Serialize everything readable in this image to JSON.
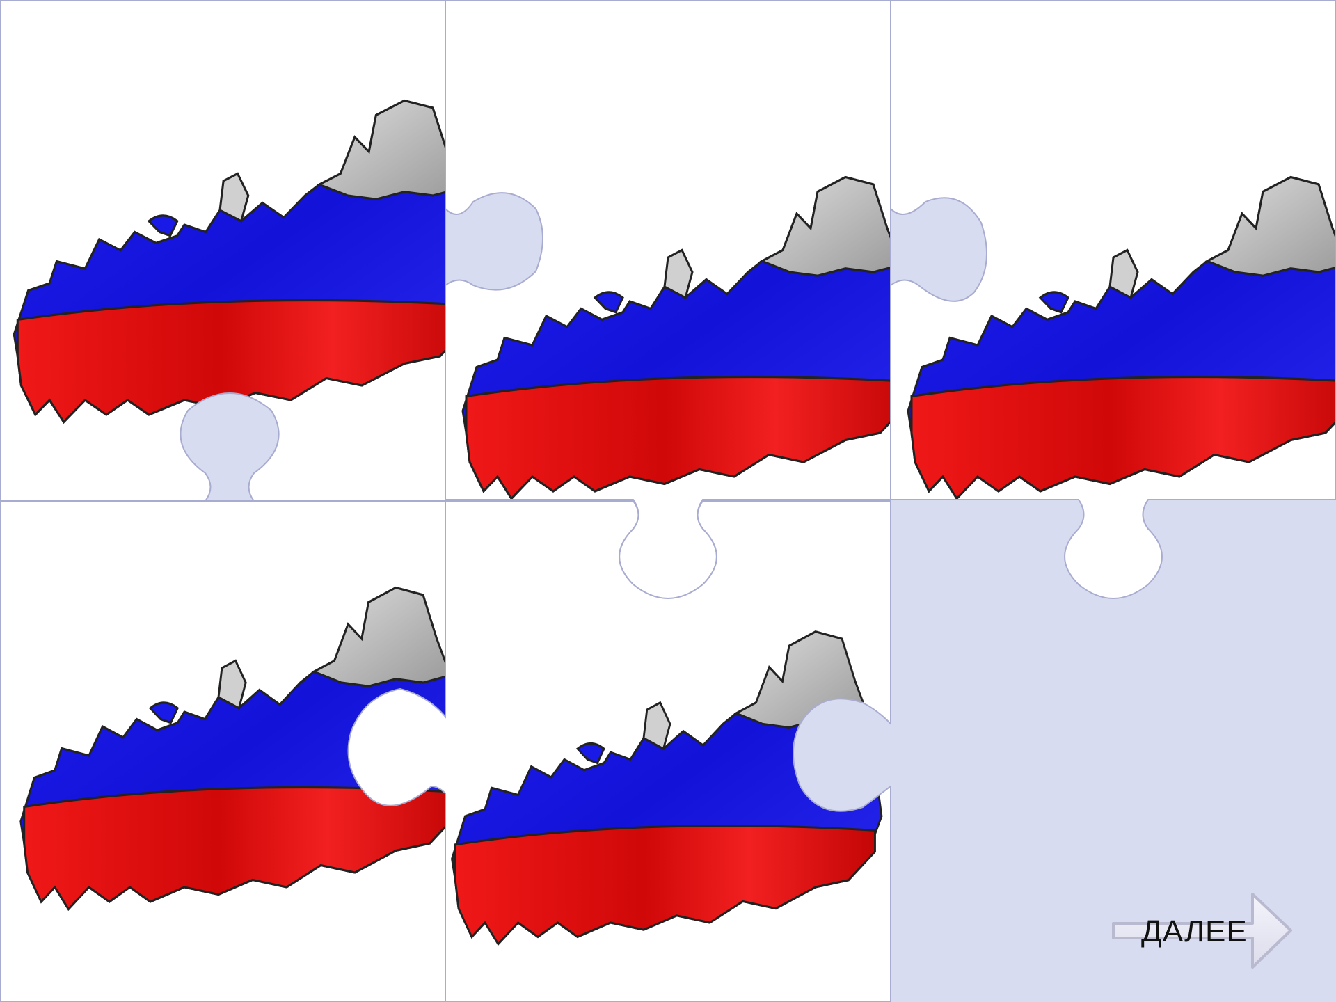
{
  "slide": {
    "background": "#d8dcf0"
  },
  "flag_colors": {
    "white": "#ffffff",
    "blue": "#1a1ae6",
    "red": "#e81010",
    "gray": "#b8b8b8",
    "outline": "#222222"
  },
  "puzzle": {
    "pieces_total": 6,
    "pieces_placed": 5,
    "empty_slot": "bottom-right",
    "image_icon": "russia-flag-map-icon"
  },
  "navigation": {
    "next_label": "ДАЛЕЕ",
    "next_icon": "arrow-right-icon"
  }
}
